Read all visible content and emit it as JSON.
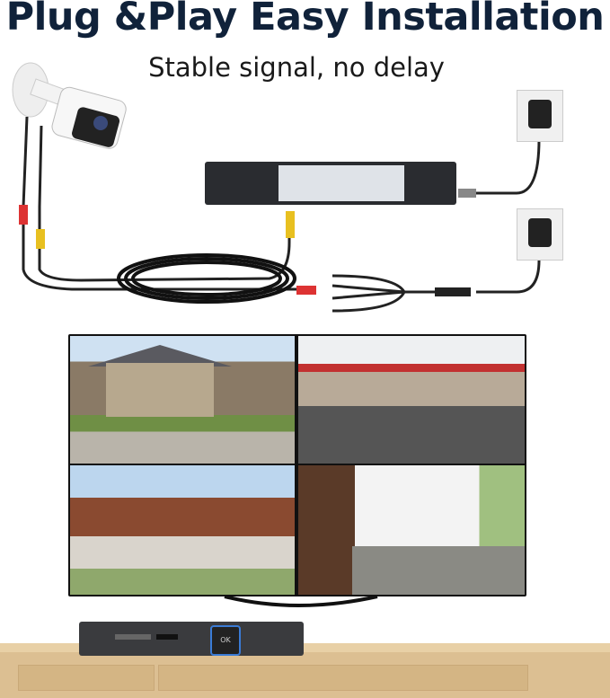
{
  "header": {
    "title": "Plug &Play Easy Installation",
    "subtitle": "Stable signal, no delay"
  },
  "dvr_front": {
    "nav_center_label": "OK"
  },
  "colors": {
    "title": "#10223a",
    "shelf": "#dcbf92",
    "nav_ring": "#3a7bd5"
  }
}
